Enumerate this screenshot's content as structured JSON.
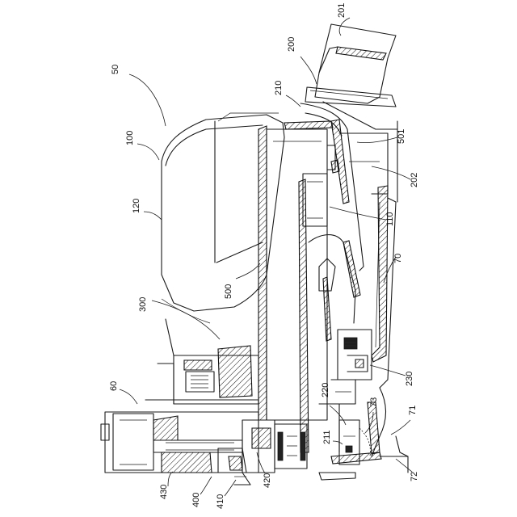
{
  "labels": {
    "l50": "50",
    "l100": "100",
    "l120": "120",
    "l300": "300",
    "l500": "500",
    "l60": "60",
    "l200": "200",
    "l201": "201",
    "l210": "210",
    "l501": "501",
    "l202": "202",
    "l110": "110",
    "l70": "70",
    "l230": "230",
    "l220": "220",
    "l73": "73",
    "l71": "71",
    "l211": "211",
    "l72": "72",
    "l430": "430",
    "l400": "400",
    "l410": "410",
    "l420": "420"
  }
}
